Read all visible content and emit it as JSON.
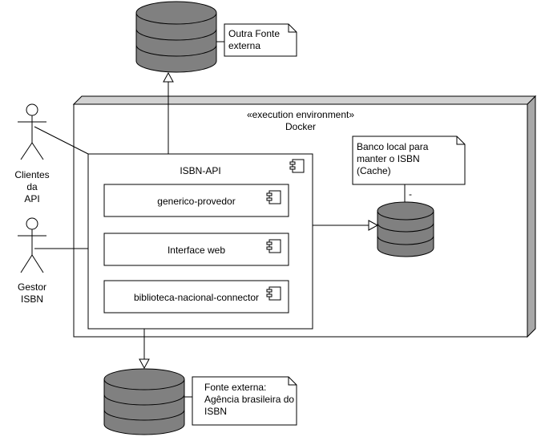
{
  "docker": {
    "stereotype": "«execution environment»",
    "name": "Docker"
  },
  "isbn_api": {
    "name": "ISBN-API",
    "components": [
      "generico-provedor",
      "Interface web",
      "biblioteca-nacional-connector"
    ]
  },
  "actors": {
    "clientes": [
      "Clientes",
      "da",
      "API"
    ],
    "gestor": [
      "Gestor",
      "ISBN"
    ]
  },
  "notes": {
    "outra_fonte": [
      "Outra Fonte",
      "externa"
    ],
    "banco_local": [
      "Banco local para",
      "manter o ISBN",
      "(Cache)"
    ],
    "fonte_externa": [
      "Fonte externa:",
      "Agência brasileira do",
      "ISBN"
    ]
  },
  "labels": {
    "cache_multiplicity": "-"
  }
}
